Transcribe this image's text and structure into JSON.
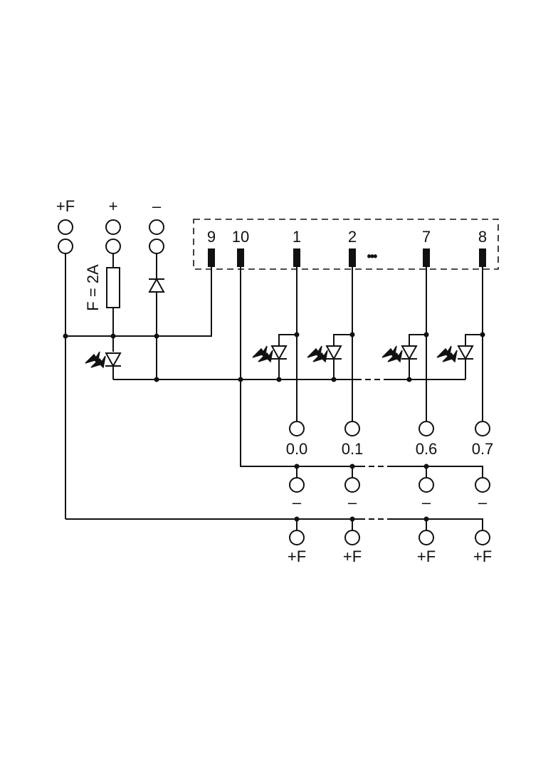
{
  "diagram": {
    "top_terminals": [
      {
        "id": "pf",
        "label": "+F"
      },
      {
        "id": "plus",
        "label": "+"
      },
      {
        "id": "minus",
        "label": "–"
      }
    ],
    "fuse_label": "F = 2A",
    "connector_pins": [
      {
        "id": "p9",
        "label": "9"
      },
      {
        "id": "p10",
        "label": "10"
      },
      {
        "id": "p1",
        "label": "1"
      },
      {
        "id": "p2",
        "label": "2"
      },
      {
        "id": "p7",
        "label": "7"
      },
      {
        "id": "p8",
        "label": "8"
      }
    ],
    "ellipsis": "•••",
    "outputs": [
      {
        "signal": "0.0",
        "minus": "–",
        "supply": "+F"
      },
      {
        "signal": "0.1",
        "minus": "–",
        "supply": "+F"
      },
      {
        "signal": "0.6",
        "minus": "–",
        "supply": "+F"
      },
      {
        "signal": "0.7",
        "minus": "–",
        "supply": "+F"
      }
    ]
  }
}
